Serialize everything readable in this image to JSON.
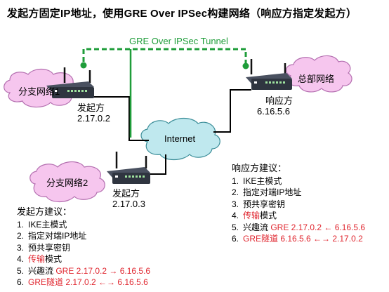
{
  "title": "发起方固定IP地址，使用GRE Over IPSec构建网络（响应方指定发起方）",
  "tunnel_label": "GRE Over IPSec Tunnel",
  "internet_label": "Internet",
  "clouds": {
    "branch1": "分支网络1",
    "hq": "总部网络",
    "branch2": "分支网络2"
  },
  "devices": {
    "initiator1": {
      "role": "发起方",
      "ip": "2.17.0.2"
    },
    "responder": {
      "role": "响应方",
      "ip": "6.16.5.6"
    },
    "initiator2": {
      "role": "发起方",
      "ip": "2.17.0.3"
    }
  },
  "responder_advice": {
    "heading": "响应方建议：",
    "items": [
      {
        "num": "1.",
        "parts": [
          {
            "text": "IKE主模式",
            "red": false
          }
        ]
      },
      {
        "num": "2.",
        "parts": [
          {
            "text": "指定对端IP地址",
            "red": false
          }
        ]
      },
      {
        "num": "3.",
        "parts": [
          {
            "text": "预共享密钥",
            "red": false
          }
        ]
      },
      {
        "num": "4.",
        "parts": [
          {
            "text": "传输",
            "red": true
          },
          {
            "text": "模式",
            "red": false
          }
        ]
      },
      {
        "num": "5.",
        "parts": [
          {
            "text": "兴趣流 ",
            "red": false
          },
          {
            "text": "GRE 2.17.0.2 ← 6.16.5.6",
            "red": true
          }
        ]
      },
      {
        "num": "6.",
        "parts": [
          {
            "text": "GRE隧道 6.16.5.6 ←→ 2.17.0.2",
            "red": true
          }
        ]
      }
    ]
  },
  "initiator_advice": {
    "heading": "发起方建议：",
    "items": [
      {
        "num": "1.",
        "parts": [
          {
            "text": "IKE主模式",
            "red": false
          }
        ]
      },
      {
        "num": "2.",
        "parts": [
          {
            "text": "指定对端IP地址",
            "red": false
          }
        ]
      },
      {
        "num": "3.",
        "parts": [
          {
            "text": "预共享密钥",
            "red": false
          }
        ]
      },
      {
        "num": "4.",
        "parts": [
          {
            "text": "传输",
            "red": true
          },
          {
            "text": "模式",
            "red": false
          }
        ]
      },
      {
        "num": "5.",
        "parts": [
          {
            "text": "兴趣流 ",
            "red": false
          },
          {
            "text": "GRE 2.17.0.2 → 6.16.5.6",
            "red": true
          }
        ]
      },
      {
        "num": "6.",
        "parts": [
          {
            "text": "GRE隧道 2.17.0.2 ←→ 6.16.5.6",
            "red": true
          }
        ]
      }
    ]
  },
  "colors": {
    "tunnel": "#1f9d3a",
    "cloud_pink": "#f6c6ee",
    "cloud_pink_stroke": "#b46fb0",
    "cloud_internet": "#bfe8ee",
    "cloud_internet_stroke": "#3b8d98",
    "device_body": "#2f3540",
    "highlight": "#e0262f"
  }
}
